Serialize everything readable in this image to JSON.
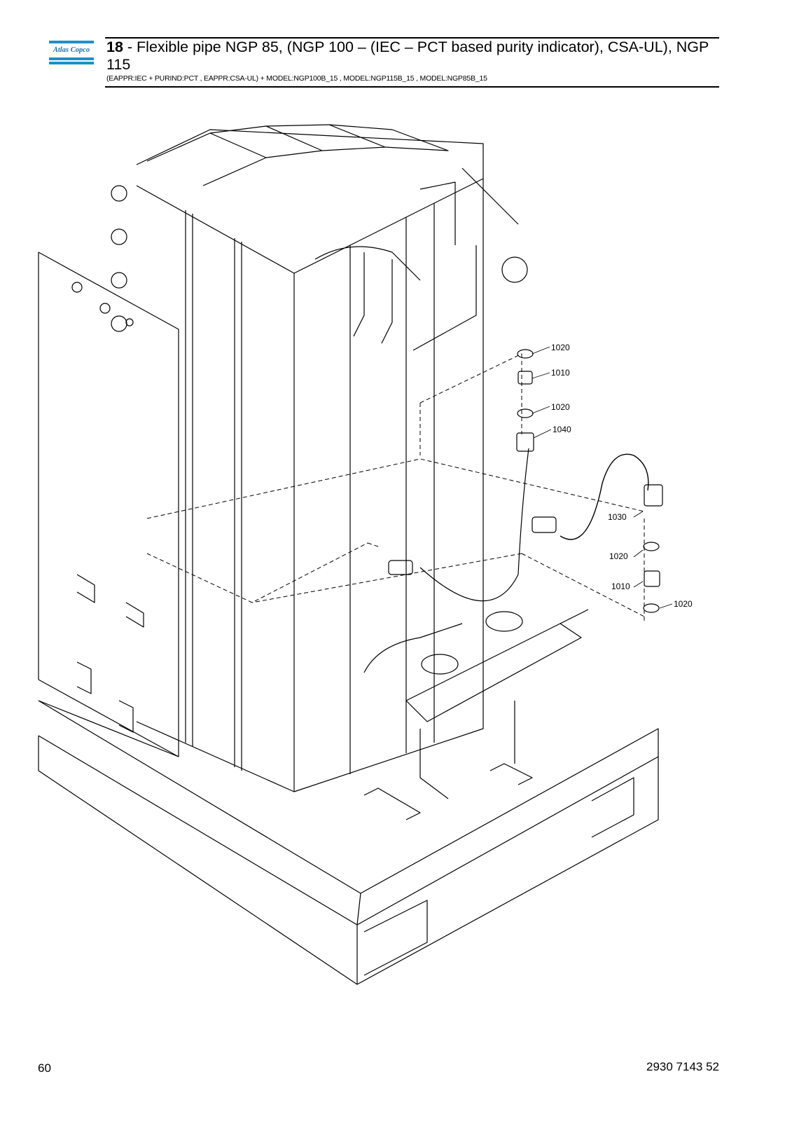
{
  "brand": {
    "logo_text": "Atlas Copco",
    "accent": "#1f8fc7"
  },
  "header": {
    "title_number": "18",
    "title_text": " - Flexible pipe NGP 85, (NGP 100 – (IEC – PCT based purity indicator), CSA-UL), NGP 115",
    "subtitle": "(EAPPR:IEC + PURIND:PCT , EAPPR:CSA-UL) + MODEL:NGP100B_15 , MODEL:NGP115B_15 , MODEL:NGP85B_15"
  },
  "callouts": {
    "c1": "1020",
    "c2": "1010",
    "c3": "1020",
    "c4": "1040",
    "c5": "1030",
    "c6": "1020",
    "c7": "1010",
    "c8": "1020"
  },
  "footer": {
    "page_number": "60",
    "document_number": "2930 7143 52"
  }
}
